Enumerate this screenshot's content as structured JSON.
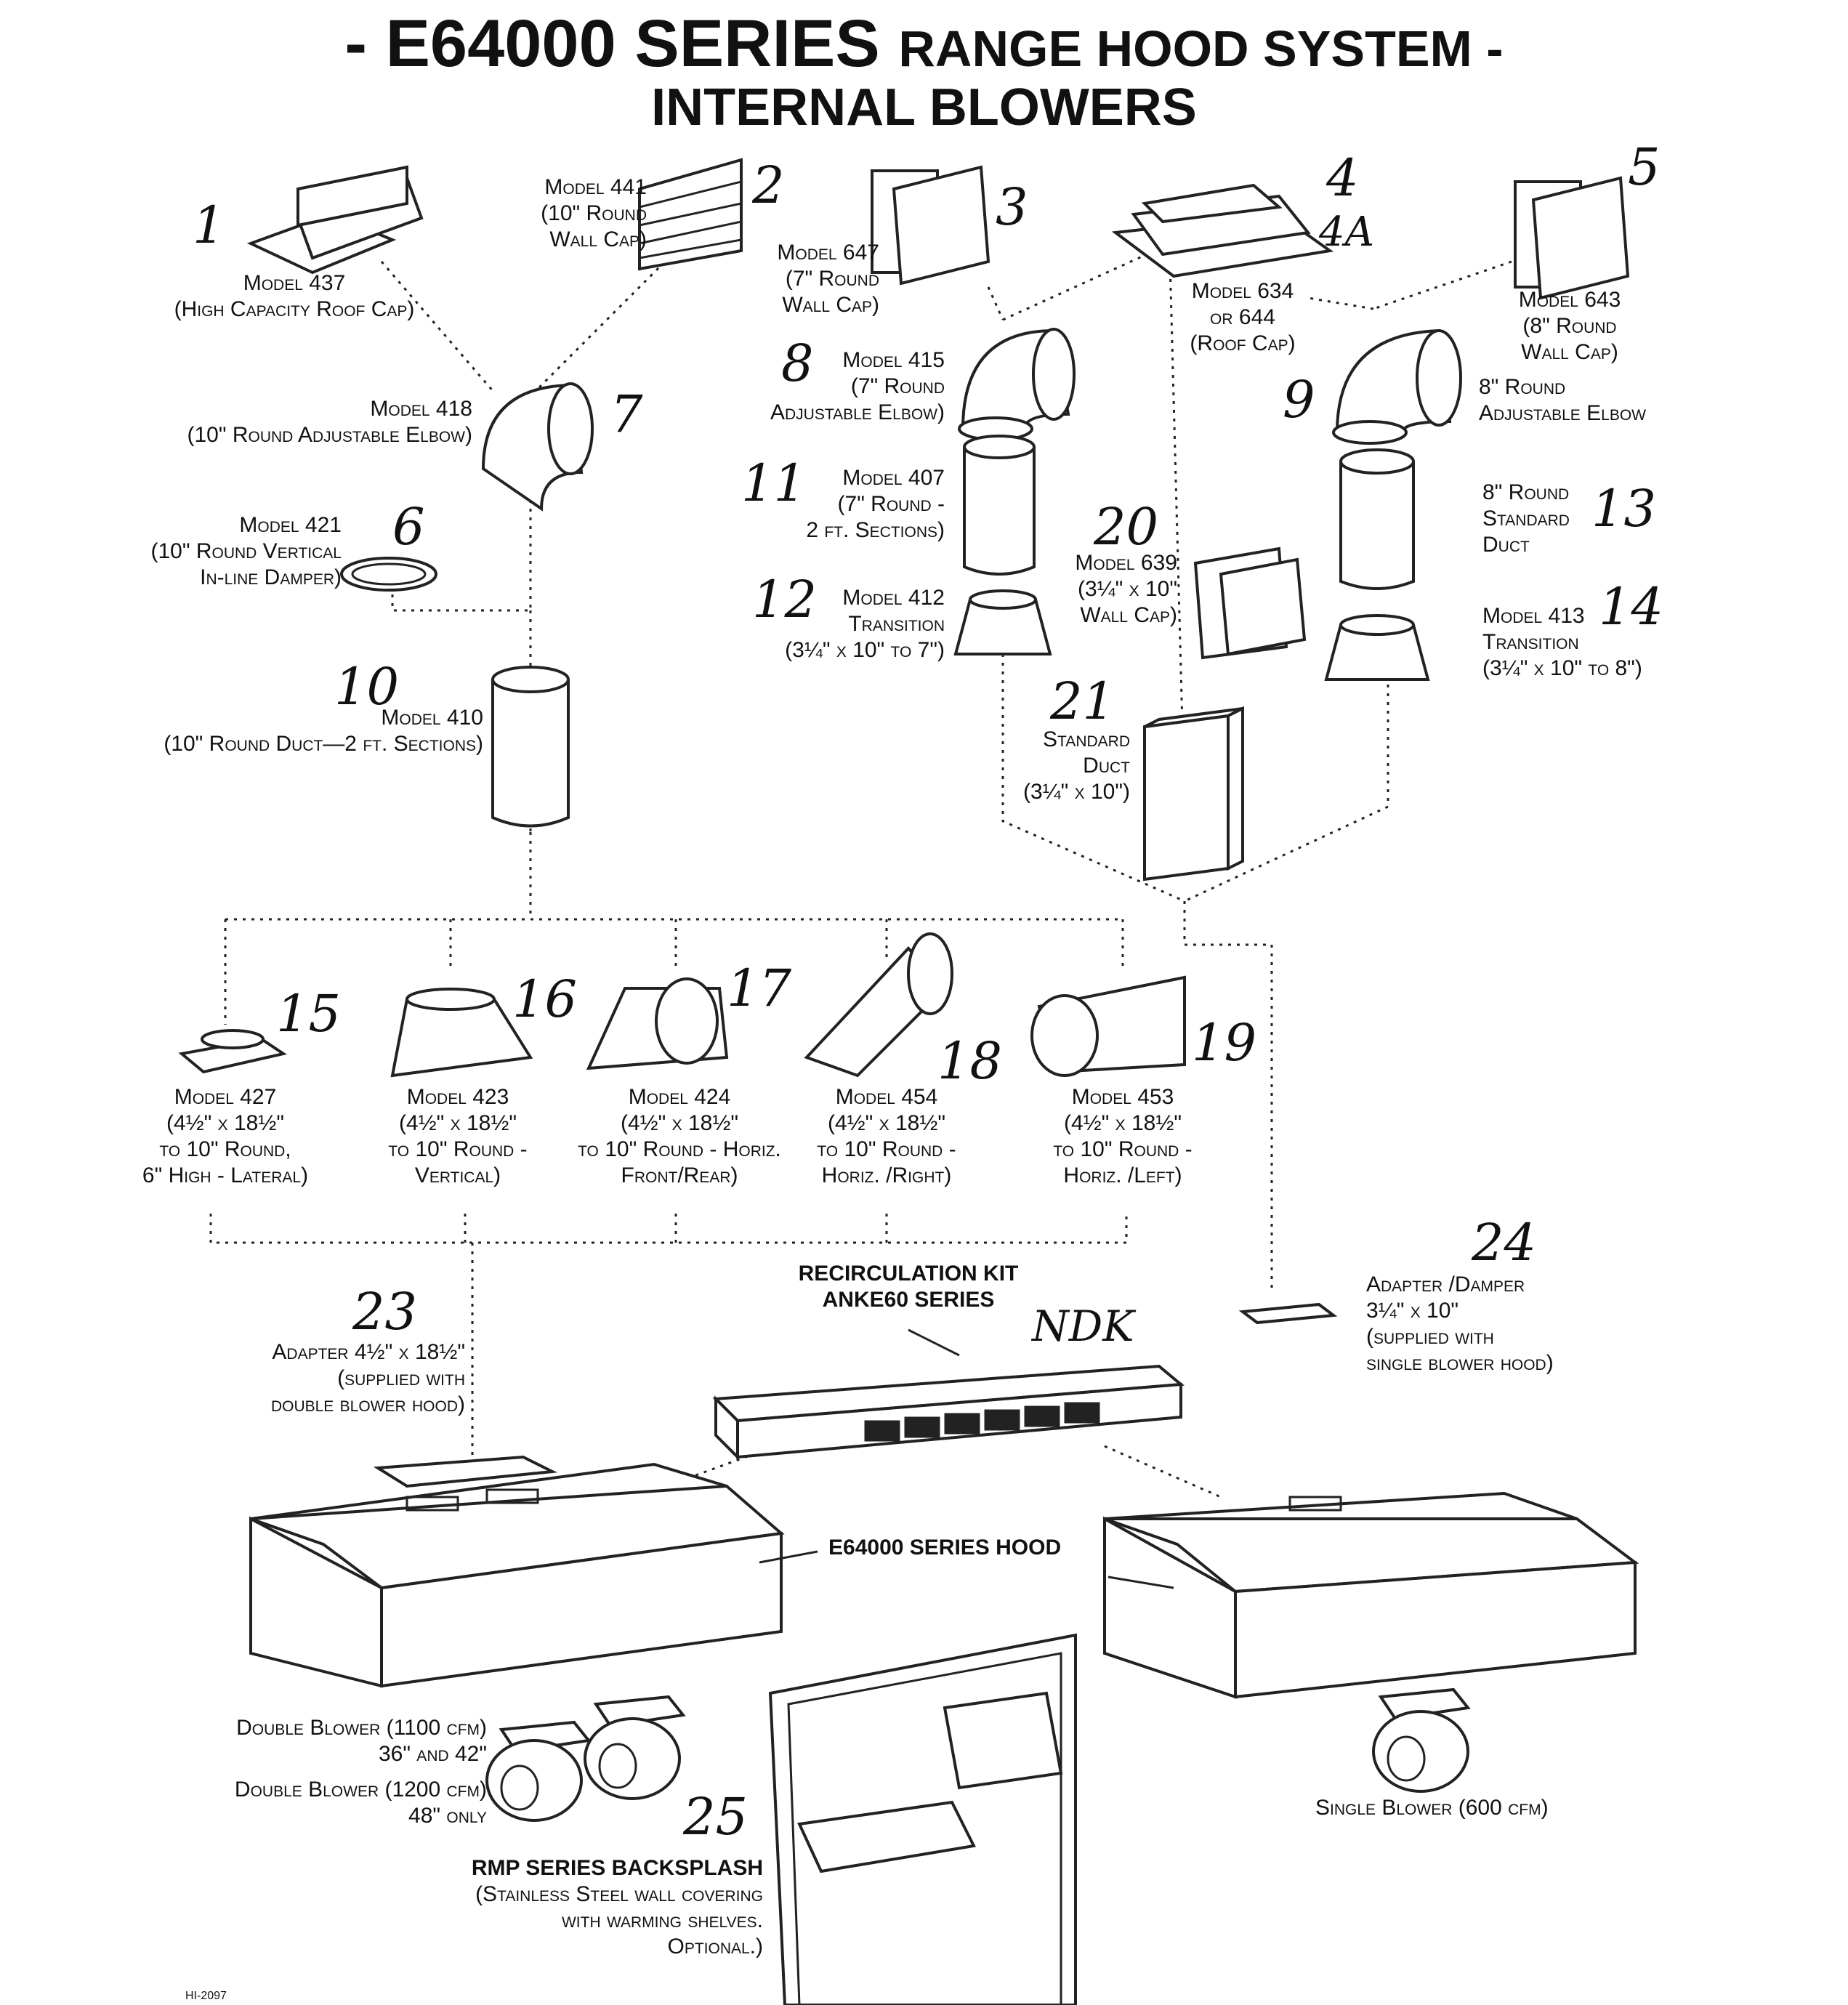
{
  "title": {
    "part1": "- E64000 SERIES",
    "part2": "RANGE HOOD SYSTEM -",
    "line2": "INTERNAL BLOWERS"
  },
  "parts": {
    "p1": {
      "num": "1",
      "lines": [
        "Model 437",
        "(High Capacity Roof Cap)"
      ]
    },
    "p2": {
      "num": "2",
      "lines": [
        "Model 441",
        "(10\" Round",
        "Wall Cap)"
      ]
    },
    "p3": {
      "num": "3",
      "lines": [
        "Model 647",
        "(7\" Round",
        "Wall Cap)"
      ]
    },
    "p4": {
      "num": "4",
      "num2": "4A",
      "lines": [
        "Model 634",
        "or 644",
        "(Roof Cap)"
      ]
    },
    "p5": {
      "num": "5",
      "lines": [
        "Model 643",
        "(8\" Round",
        "Wall Cap)"
      ]
    },
    "p6": {
      "num": "6",
      "lines": [
        "Model 421",
        "(10\" Round Vertical",
        "In-line Damper)"
      ]
    },
    "p7": {
      "num": "7",
      "lines": [
        "Model 418",
        "(10\" Round Adjustable Elbow)"
      ]
    },
    "p8": {
      "num": "8",
      "lines": [
        "Model 415",
        "(7\" Round",
        "Adjustable Elbow)"
      ]
    },
    "p9": {
      "num": "9",
      "lines": [
        "8\" Round",
        "Adjustable Elbow"
      ]
    },
    "p10": {
      "num": "10",
      "lines": [
        "Model 410",
        "(10\" Round Duct—2 ft. Sections)"
      ]
    },
    "p11": {
      "num": "11",
      "lines": [
        "Model 407",
        "(7\" Round -",
        "2 ft. Sections)"
      ]
    },
    "p12": {
      "num": "12",
      "lines": [
        "Model 412",
        "Transition",
        "(3¼\" x 10\" to 7\")"
      ]
    },
    "p13": {
      "num": "13",
      "lines": [
        "8\" Round",
        "Standard",
        "Duct"
      ]
    },
    "p14": {
      "num": "14",
      "lines": [
        "Model 413",
        "Transition",
        "(3¼\" x 10\" to 8\")"
      ]
    },
    "p15": {
      "num": "15",
      "lines": [
        "Model 427",
        "(4½\" x 18½\"",
        "to 10\" Round,",
        "6\" High - Lateral)"
      ]
    },
    "p16": {
      "num": "16",
      "lines": [
        "Model 423",
        "(4½\" x 18½\"",
        "to 10\" Round -",
        "Vertical)"
      ]
    },
    "p17": {
      "num": "17",
      "lines": [
        "Model 424",
        "(4½\" x 18½\"",
        "to 10\" Round - Horiz.",
        "Front/Rear)"
      ]
    },
    "p18": {
      "num": "18",
      "lines": [
        "Model 454",
        "(4½\" x 18½\"",
        "to 10\" Round -",
        "Horiz. /Right)"
      ]
    },
    "p19": {
      "num": "19",
      "lines": [
        "Model 453",
        "(4½\" x 18½\"",
        "to 10\" Round -",
        "Horiz. /Left)"
      ]
    },
    "p20": {
      "num": "20",
      "lines": [
        "Model 639",
        "(3¼\" x 10\"",
        "Wall Cap)"
      ]
    },
    "p21": {
      "num": "21",
      "lines": [
        "Standard",
        "Duct",
        "(3¼\" x 10\")"
      ]
    },
    "p23": {
      "num": "23",
      "lines": [
        "Adapter 4½\" x 18½\"",
        "(supplied with",
        "double blower hood)"
      ]
    },
    "p24": {
      "num": "24",
      "lines": [
        "Adapter /Damper",
        "3¼\" x 10\"",
        "(supplied with",
        "single blower hood)"
      ]
    },
    "p25": {
      "num": "25"
    }
  },
  "recirc": {
    "line1": "RECIRCULATION KIT",
    "line2": "ANKE60 SERIES",
    "handwritten": "NDK"
  },
  "hood_label": "E64000 SERIES HOOD",
  "blowers": {
    "double1_a": "Double Blower (1100 cfm)",
    "double1_b": "36\" and 42\"",
    "double2_a": "Double Blower (1200 cfm)",
    "double2_b": "48\" only",
    "single": "Single Blower (600 cfm)"
  },
  "backsplash": {
    "title": "RMP SERIES BACKSPLASH",
    "lines": [
      "(Stainless Steel wall covering",
      "with warming shelves.",
      "Optional.)"
    ]
  },
  "drawing_code": "HI-2097"
}
